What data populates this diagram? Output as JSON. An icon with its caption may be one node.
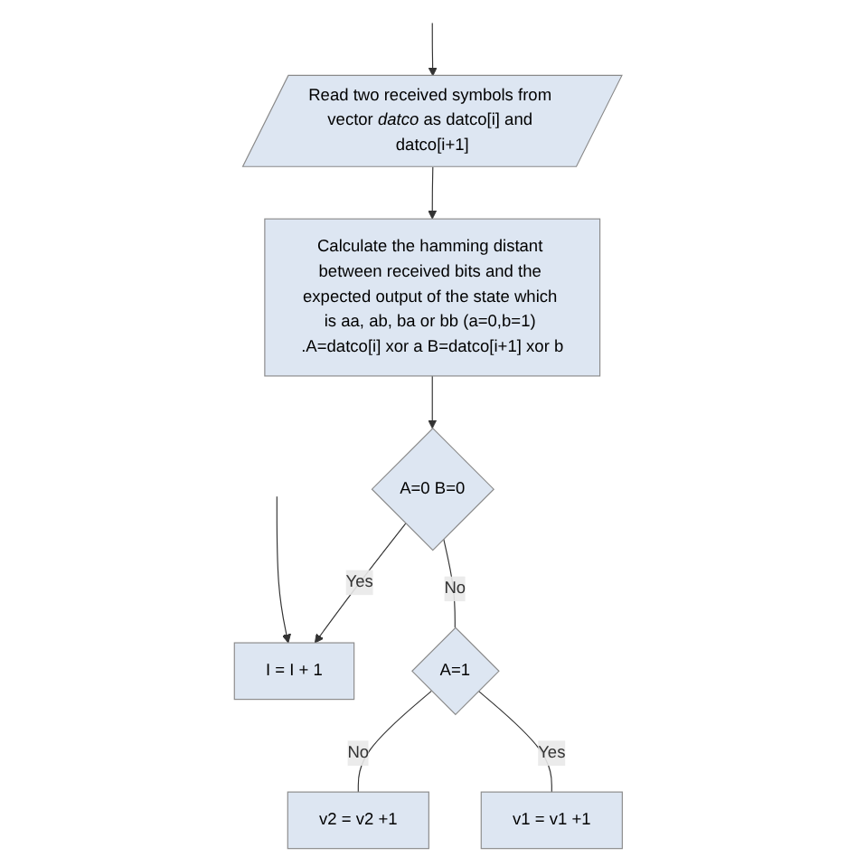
{
  "diagram": {
    "nodes": [
      {
        "text": [
          "Read two received symbols from vector *datco* as datco[i] and datco[i+1]"
        ]
      },
      {
        "text": [
          "Calculate the hamming distant between received bits and the expected output of the state which is aa, ab, ba or bb (a=0,b=1) .A=datco[i] xor a B=datco[i+1] xor b"
        ]
      },
      {
        "text": [
          "A=0 B=0"
        ]
      },
      {
        "text": [
          "I = I + 1"
        ]
      },
      {
        "text": [
          "A=1"
        ]
      },
      {
        "text": [
          "v2 = v2 +1"
        ]
      },
      {
        "text": [
          "v1 = v1 +1"
        ]
      }
    ],
    "edges": [
      {
        "from": null,
        "to": 0,
        "arrow": "to"
      },
      {
        "from": 0,
        "to": 1,
        "arrow": "to"
      },
      {
        "from": 1,
        "to": 2,
        "arrow": "to"
      },
      {
        "from": 2,
        "to": 3,
        "label": "Yes",
        "arrow": "to"
      },
      {
        "from": 2,
        "to": 4,
        "label": "No",
        "arrow": "none"
      },
      {
        "from": 4,
        "to": 5,
        "label": "No",
        "arrow": "none"
      },
      {
        "from": 4,
        "to": 6,
        "label": "Yes",
        "arrow": "none"
      },
      {
        "from": null,
        "to": 3,
        "arrow": "to"
      }
    ]
  }
}
